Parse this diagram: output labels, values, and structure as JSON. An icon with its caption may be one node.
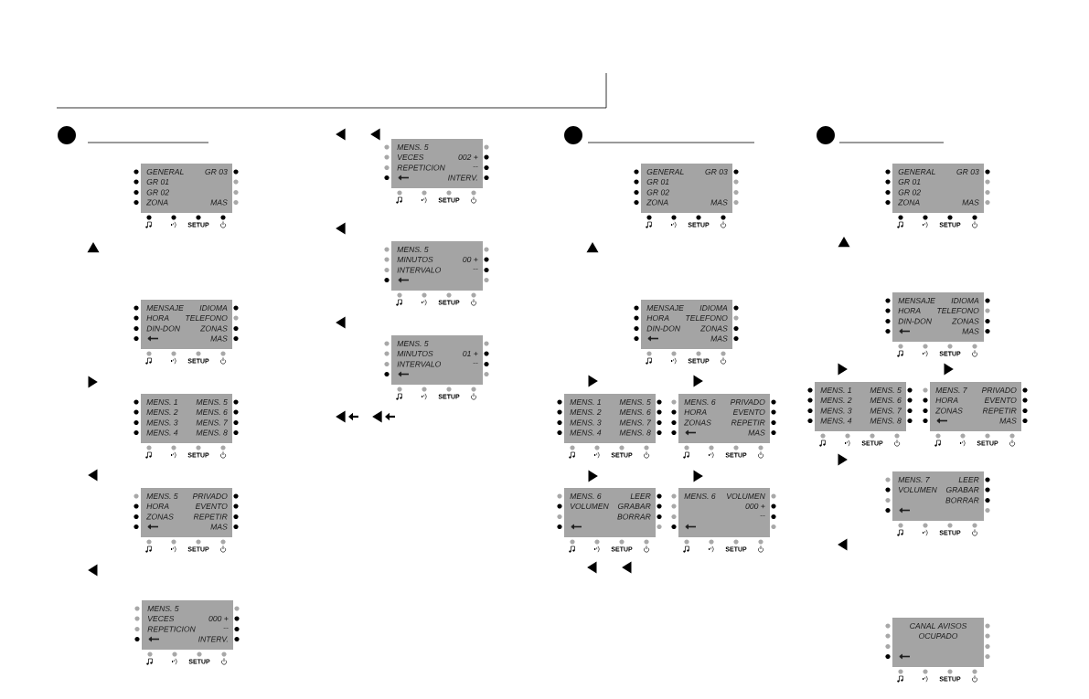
{
  "diagram": {
    "nodes": [
      {
        "text": [
          "GENERAL",
          "GR 03",
          "GR 01",
          "GR 02",
          "ZONA",
          "MAS"
        ],
        "beside": [
          "SETUP"
        ]
      },
      {
        "text": [
          "MENSAJE",
          "IDIOMA",
          "HORA",
          "TELEFONO",
          "DIN-DON",
          "ZONAS",
          "MAS"
        ],
        "beside": [
          "SETUP"
        ]
      },
      {
        "text": [
          "MENS. 1",
          "MENS. 5",
          "MENS. 2",
          "MENS. 6",
          "MENS. 3",
          "MENS. 7",
          "MENS. 4",
          "MENS. 8"
        ],
        "beside": [
          "SETUP"
        ]
      },
      {
        "text": [
          "MENS. 5",
          "PRIVADO",
          "HORA",
          "EVENTO",
          "ZONAS",
          "REPETIR",
          "MAS"
        ],
        "beside": [
          "SETUP"
        ]
      },
      {
        "text": [
          "MENS. 5",
          "VECES",
          "000 +",
          "REPETICION",
          "--",
          "INTERV."
        ],
        "beside": [
          "SETUP"
        ]
      },
      {
        "text": [
          "MENS. 5",
          "VECES",
          "002 +",
          "REPETICION",
          "--",
          "INTERV."
        ],
        "beside": [
          "SETUP"
        ]
      },
      {
        "text": [
          "MENS. 5",
          "MINUTOS",
          "00 +",
          "INTERVALO",
          "--"
        ],
        "beside": [
          "SETUP"
        ]
      },
      {
        "text": [
          "MENS. 5",
          "MINUTOS",
          "01 +",
          "INTERVALO",
          "--"
        ],
        "beside": [
          "SETUP"
        ]
      },
      {
        "text": [
          "GENERAL",
          "GR 03",
          "GR 01",
          "GR 02",
          "ZONA",
          "MAS"
        ],
        "beside": [
          "SETUP"
        ]
      },
      {
        "text": [
          "MENSAJE",
          "IDIOMA",
          "HORA",
          "TELEFONO",
          "DIN-DON",
          "ZONAS",
          "MAS"
        ],
        "beside": [
          "SETUP"
        ]
      },
      {
        "text": [
          "MENS. 1",
          "MENS. 5",
          "MENS. 2",
          "MENS. 6",
          "MENS. 3",
          "MENS. 7",
          "MENS. 4",
          "MENS. 8"
        ],
        "beside": [
          "SETUP"
        ]
      },
      {
        "text": [
          "MENS. 6",
          "PRIVADO",
          "HORA",
          "EVENTO",
          "ZONAS",
          "REPETIR",
          "MAS"
        ],
        "beside": [
          "SETUP"
        ]
      },
      {
        "text": [
          "MENS. 6",
          "LEER",
          "VOLUMEN",
          "GRABAR",
          "BORRAR"
        ],
        "beside": [
          "SETUP"
        ]
      },
      {
        "text": [
          "MENS. 6",
          "VOLUMEN",
          "000 +",
          "--"
        ],
        "beside": [
          "SETUP"
        ]
      },
      {
        "text": [
          "GENERAL",
          "GR 03",
          "GR 01",
          "GR 02",
          "ZONA",
          "MAS"
        ],
        "beside": [
          "SETUP"
        ]
      },
      {
        "text": [
          "MENSAJE",
          "IDIOMA",
          "HORA",
          "TELEFONO",
          "DIN-DON",
          "ZONAS",
          "MAS"
        ],
        "beside": [
          "SETUP"
        ]
      },
      {
        "text": [
          "MENS. 1",
          "MENS. 5",
          "MENS. 2",
          "MENS. 6",
          "MENS. 3",
          "MENS. 7",
          "MENS. 4",
          "MENS. 8"
        ],
        "beside": [
          "SETUP"
        ]
      },
      {
        "text": [
          "MENS. 7",
          "PRIVADO",
          "HORA",
          "EVENTO",
          "ZONAS",
          "REPETIR",
          "MAS"
        ],
        "beside": [
          "SETUP"
        ]
      },
      {
        "text": [
          "MENS. 7",
          "LEER",
          "VOLUMEN",
          "GRABAR",
          "BORRAR"
        ],
        "beside": [
          "SETUP"
        ]
      },
      {
        "text": [
          "CANAL AVISOS",
          "OCUPADO"
        ],
        "beside": [
          "SETUP"
        ]
      }
    ]
  }
}
